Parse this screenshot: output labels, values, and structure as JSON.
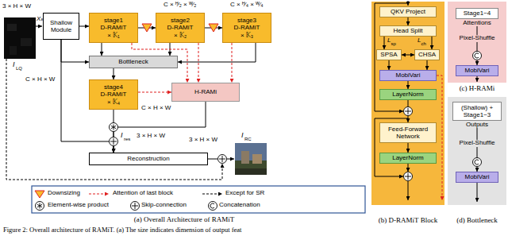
{
  "diagram": {
    "caption": "Figure 2: Overall architecture of RAMiT. (a) The size indicates dimension of output feat",
    "nodes": [
      {
        "text": [
          "Shallow Module"
        ]
      },
      {
        "text": [
          "stage1",
          "D-RAMiT",
          "× 𝕂₁"
        ]
      },
      {
        "text": [
          "stage2",
          "D-RAMiT",
          "× 𝕂₂"
        ]
      },
      {
        "text": [
          "stage3",
          "D-RAMiT",
          "× 𝕂₃"
        ]
      },
      {
        "text": [
          "Bottleneck"
        ]
      },
      {
        "text": [
          "stage4",
          "D-RAMiT",
          "× 𝕂₄"
        ]
      },
      {
        "text": [
          "H-RAMi"
        ]
      },
      {
        "text": [
          "Reconstruction"
        ]
      },
      {
        "text": [
          "(b) D-RAMiT Block"
        ]
      },
      {
        "text": [
          "QKV Project"
        ],
        "in": 8
      },
      {
        "text": [
          "Head Split"
        ],
        "in": 8
      },
      {
        "text": [
          "SPSA"
        ],
        "in": 8
      },
      {
        "text": [
          "CHSA"
        ],
        "in": 8
      },
      {
        "text": [
          "MobiVari"
        ],
        "in": 8
      },
      {
        "text": [
          "LayerNorm"
        ],
        "in": 8
      },
      {
        "text": [
          "Feed-Forward Network"
        ],
        "in": 8
      },
      {
        "text": [
          "LayerNorm"
        ],
        "in": 8
      },
      {
        "text": [
          "(c) H-RAMi"
        ]
      },
      {
        "text": [
          "Stage1~4",
          "Attentions"
        ],
        "in": 17
      },
      {
        "text": [
          "MobiVari"
        ],
        "in": 17
      },
      {
        "text": [
          "(d) Bottleneck"
        ]
      },
      {
        "text": [
          "(Shallow) + Stage1~3",
          "Outputs"
        ],
        "in": 20
      },
      {
        "text": [
          "MobiVari"
        ],
        "in": 20
      }
    ],
    "edges": [
      {
        "from": 0,
        "to": 1,
        "arrow": "to"
      },
      {
        "from": 1,
        "to": 2,
        "arrow": "to"
      },
      {
        "from": 2,
        "to": 3,
        "arrow": "to"
      },
      {
        "from": 0,
        "to": 4,
        "arrow": "to"
      },
      {
        "from": 1,
        "to": 4,
        "arrow": "to"
      },
      {
        "from": 2,
        "to": 4,
        "arrow": "to"
      },
      {
        "from": 3,
        "to": 4,
        "arrow": "to"
      },
      {
        "from": 4,
        "to": 5,
        "arrow": "to"
      },
      {
        "from": 1,
        "to": 6,
        "arrow": "to"
      },
      {
        "from": 2,
        "to": 6,
        "arrow": "to"
      },
      {
        "from": 3,
        "to": 6,
        "arrow": "to"
      },
      {
        "from": 5,
        "to": 6,
        "arrow": "to"
      },
      {
        "from": 5,
        "to": 7,
        "arrow": "to"
      },
      {
        "from": 6,
        "to": 7,
        "arrow": "to"
      },
      {
        "from": 0,
        "to": 7,
        "arrow": "to"
      },
      {
        "from": 9,
        "to": 10,
        "arrow": "to"
      },
      {
        "from": 10,
        "to": 11,
        "arrow": "to"
      },
      {
        "from": 10,
        "to": 12,
        "arrow": "to"
      },
      {
        "from": 11,
        "to": 12,
        "arrow": "both"
      },
      {
        "from": 11,
        "to": 13,
        "arrow": "to"
      },
      {
        "from": 12,
        "to": 13,
        "arrow": "to"
      },
      {
        "from": 13,
        "to": 14,
        "arrow": "to"
      },
      {
        "from": 14,
        "to": 15,
        "arrow": "to"
      },
      {
        "from": 15,
        "to": 16,
        "arrow": "to"
      },
      {
        "from": 18,
        "to": 19,
        "arrow": "to"
      },
      {
        "from": 21,
        "to": 22,
        "arrow": "to"
      }
    ],
    "labels": [
      "3 × H × W",
      "Xₛ",
      "I",
      "LQ",
      "C × ᴴ⁄₂ × ᵂ⁄₂",
      "C × ᴴ⁄₄ × ᵂ⁄₄",
      "C × H × W",
      "C × H × W",
      "I",
      "res",
      "3 × H × W",
      "I",
      "RC",
      "3 × H × W",
      "L",
      "sp",
      "L",
      "ch",
      "Pixel-Shuffle",
      "Pixel-Shuffle",
      "(a) Overall Architecture of RAMiT"
    ],
    "legend": [
      {
        "text": "Downsizing"
      },
      {
        "text": "Attention of last block"
      },
      {
        "text": "Except for SR"
      },
      {
        "text": "Element-wise product"
      },
      {
        "text": "Skip-connection"
      },
      {
        "text": "Concatenation"
      }
    ]
  }
}
